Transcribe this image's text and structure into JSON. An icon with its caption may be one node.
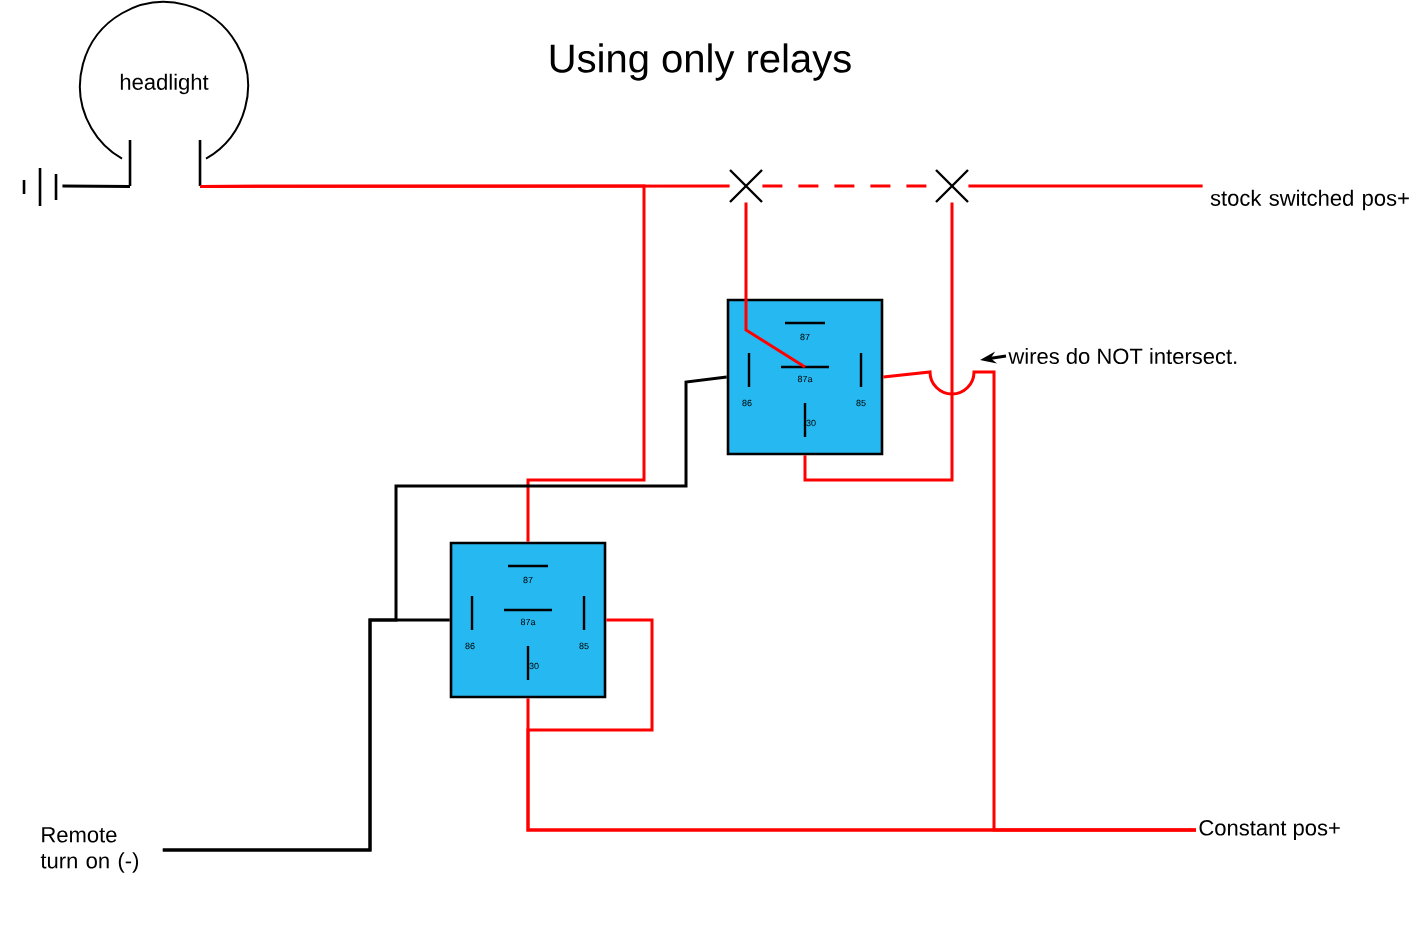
{
  "diagram": {
    "title": "Using only relays",
    "nodes": [
      {
        "text": [],
        "shape": "battery"
      },
      {
        "text": [
          "headlight"
        ]
      },
      {
        "text": [
          "87",
          "87a",
          "86",
          "85",
          "30"
        ]
      },
      {
        "text": [
          "87",
          "87a",
          "86",
          "85",
          "30"
        ]
      },
      {
        "text": [
          "stock switched pos+"
        ]
      },
      {
        "text": [
          "wires do NOT intersect."
        ]
      },
      {
        "text": [
          "Remote turn on (-)"
        ]
      },
      {
        "text": [
          "Constant pos+"
        ]
      },
      {
        "text": [],
        "shape": "cross"
      },
      {
        "text": [],
        "shape": "cross"
      }
    ],
    "edges": [
      {
        "from": 0,
        "to": 1,
        "arrow": "none",
        "color": "#000000"
      },
      {
        "from": 1,
        "to": 3,
        "arrow": "none"
      },
      {
        "from": 1,
        "to": 8,
        "arrow": "none"
      },
      {
        "from": 4,
        "to": 9,
        "arrow": "none"
      },
      {
        "from": 2,
        "to": 7,
        "arrow": "none"
      },
      {
        "from": 3,
        "to": 7,
        "arrow": "none"
      },
      {
        "from": 3,
        "to": 7,
        "arrow": "none"
      },
      {
        "from": 6,
        "to": 3,
        "arrow": "none",
        "color": "#000000"
      },
      {
        "from": 6,
        "to": 2,
        "arrow": "none",
        "color": "#000000"
      },
      {
        "from": 5,
        "to": null,
        "arrow": "to",
        "color": "#000000"
      },
      {
        "from": 8,
        "to": 9,
        "arrow": "none",
        "style": "dashed"
      },
      {
        "from": 8,
        "to": 2,
        "arrow": "none"
      },
      {
        "from": 9,
        "to": 2,
        "arrow": "none"
      }
    ]
  }
}
